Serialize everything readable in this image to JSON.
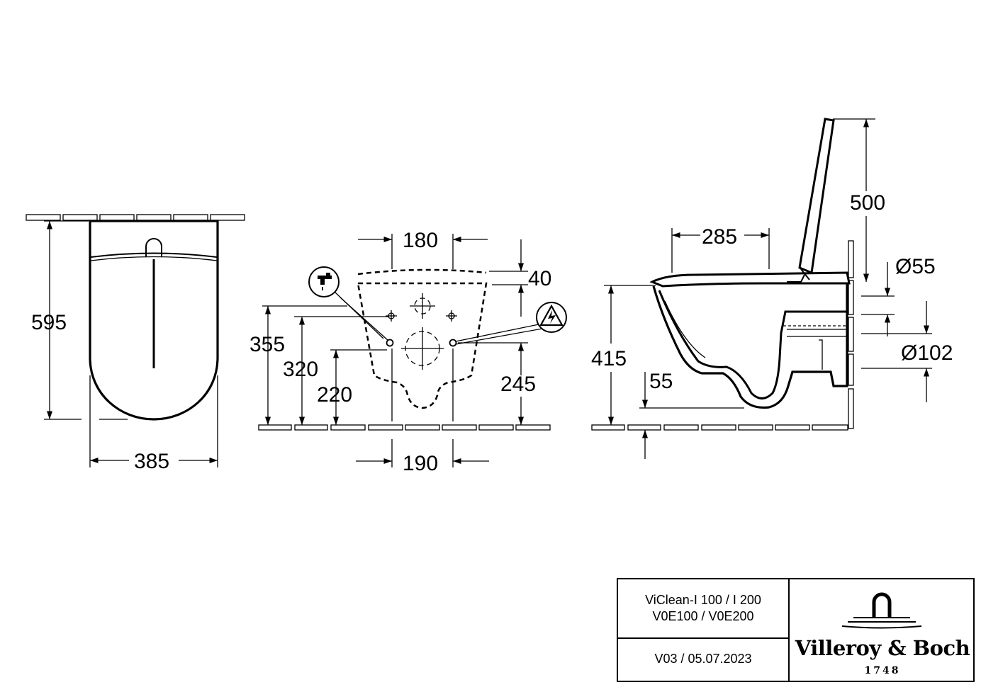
{
  "dimensions": {
    "top_view_depth": "595",
    "top_view_width": "385",
    "front_top_spacing": "180",
    "front_bottom_spacing": "190",
    "front_top_offset": "40",
    "front_height_355": "355",
    "front_height_320": "320",
    "front_height_220": "220",
    "front_height_245": "245",
    "side_depth": "285",
    "side_lid_height": "500",
    "side_seat_height": "415",
    "side_floor_gap": "55",
    "side_pipe_small": "Ø55",
    "side_pipe_large": "Ø102"
  },
  "icons": {
    "water": "water-tap-icon",
    "electric": "electric-warning-icon"
  },
  "titleblock": {
    "model_line1": "ViClean-I 100 / I 200",
    "model_line2": "V0E100 / V0E200",
    "version": "V03 / 05.07.2023",
    "brand": "Villeroy & Boch",
    "year": "1748"
  }
}
